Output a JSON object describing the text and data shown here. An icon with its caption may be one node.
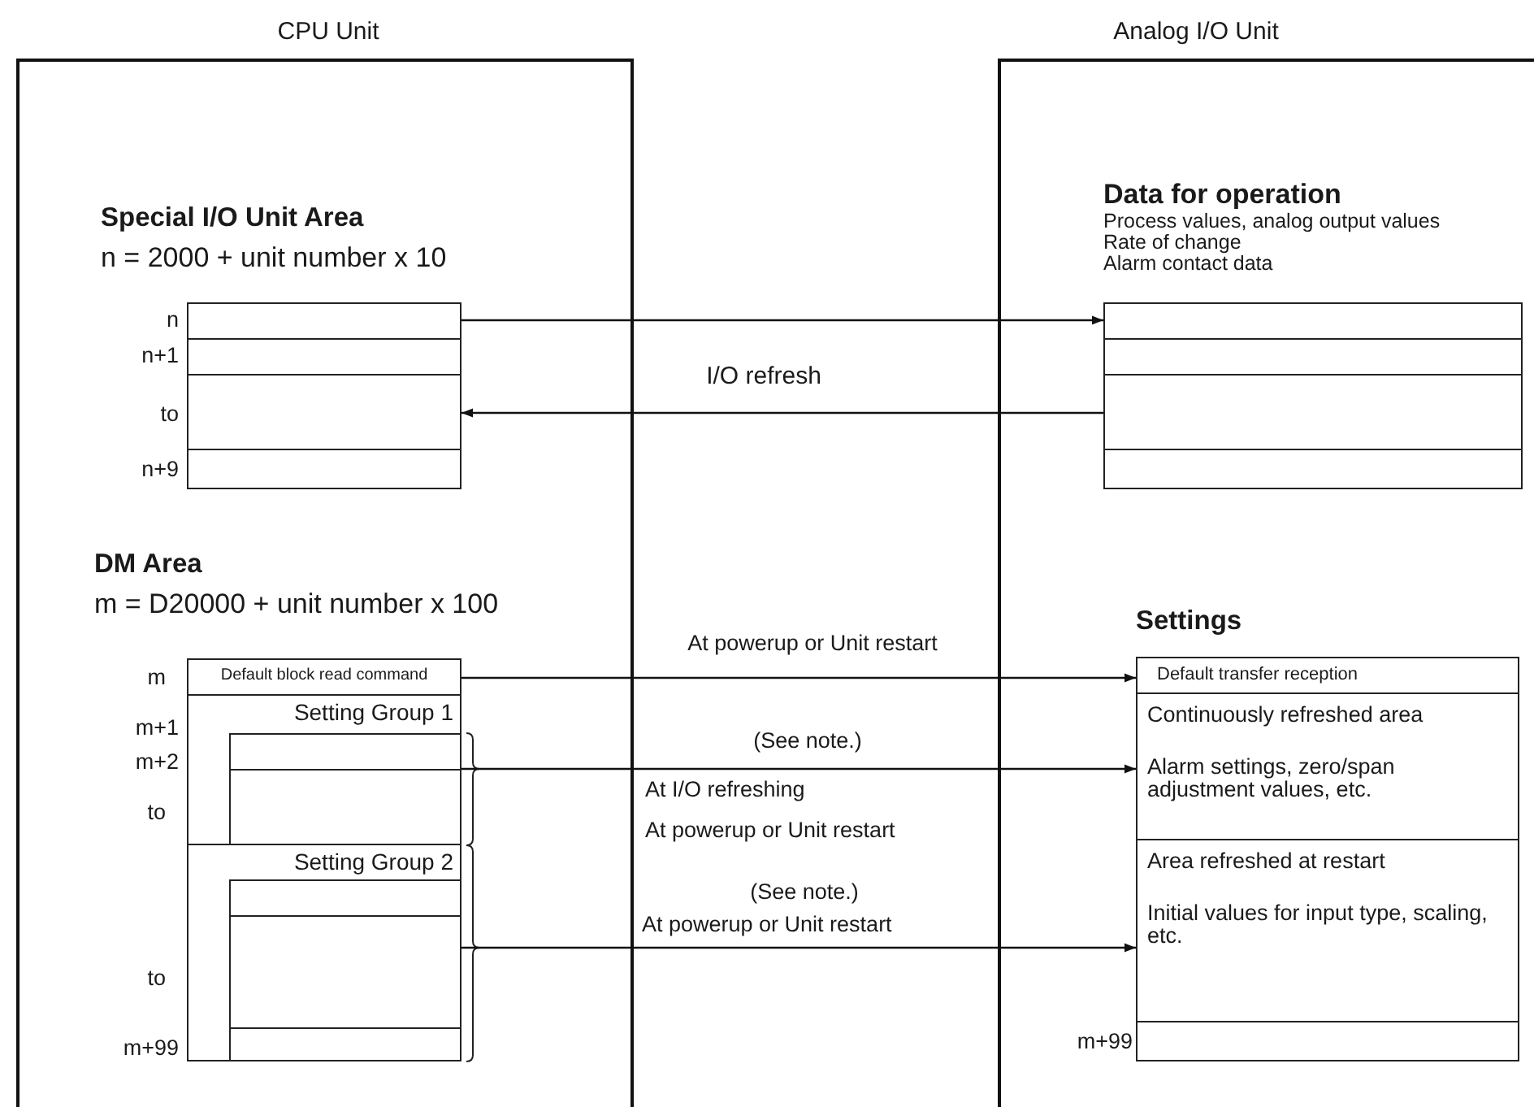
{
  "diagram": {
    "nodes": [
      {
        "text": [
          "CPU Unit"
        ]
      },
      {
        "text": [
          "Special I/O Unit Area",
          "n = 2000 + unit number x 10"
        ],
        "in": 0
      },
      {
        "text": [],
        "shape": "box",
        "beside": [
          "n"
        ],
        "in": 1
      },
      {
        "text": [],
        "shape": "box",
        "beside": [
          "n+1"
        ],
        "in": 1
      },
      {
        "text": [],
        "shape": "box",
        "beside": [
          "to"
        ],
        "in": 1
      },
      {
        "text": [],
        "shape": "box",
        "beside": [
          "n+9"
        ],
        "in": 1
      },
      {
        "text": [
          "DM Area",
          "m = D20000 + unit number x 100"
        ],
        "in": 0
      },
      {
        "text": [
          "Default block read command"
        ],
        "beside": [
          "m"
        ],
        "in": 6
      },
      {
        "text": [
          "Setting Group 1"
        ],
        "beside": [
          "m+1"
        ],
        "in": 6
      },
      {
        "text": [],
        "shape": "box",
        "beside": [
          "m+2"
        ],
        "in": 8
      },
      {
        "text": [],
        "shape": "box",
        "beside": [
          "to"
        ],
        "in": 8
      },
      {
        "text": [
          "Setting Group 2"
        ],
        "in": 6
      },
      {
        "text": [],
        "shape": "box",
        "in": 11
      },
      {
        "text": [],
        "shape": "box",
        "beside": [
          "to"
        ],
        "in": 11
      },
      {
        "text": [],
        "shape": "box",
        "beside": [
          "m+99"
        ],
        "in": 11
      },
      {
        "text": [
          "Analog I/O Unit"
        ]
      },
      {
        "text": [
          "Data for operation",
          "Process values, analog output values",
          "Rate of change",
          "Alarm contact data"
        ],
        "in": 15
      },
      {
        "text": [],
        "shape": "box",
        "in": 16
      },
      {
        "text": [],
        "shape": "box",
        "in": 16
      },
      {
        "text": [],
        "shape": "box",
        "in": 16
      },
      {
        "text": [],
        "shape": "box",
        "in": 16
      },
      {
        "text": [
          "Settings"
        ],
        "in": 15
      },
      {
        "text": [
          "Default transfer reception"
        ],
        "in": 21
      },
      {
        "text": [
          "Continuously refreshed area",
          "Alarm settings, zero/span adjustment values, etc."
        ],
        "in": 21
      },
      {
        "text": [
          "Area refreshed at restart",
          "Initial values for input type, scaling, etc."
        ],
        "in": 21
      },
      {
        "text": [],
        "shape": "box",
        "beside": [
          "m+99"
        ],
        "in": 21
      }
    ],
    "edges": [
      {
        "from": 2,
        "to": 17,
        "arrow": "to",
        "label": "I/O refresh"
      },
      {
        "from": 19,
        "to": 4,
        "arrow": "to"
      },
      {
        "from": 7,
        "to": 22,
        "arrow": "to",
        "label": "At powerup or Unit restart"
      },
      {
        "from": 8,
        "to": 23,
        "arrow": "to",
        "label": "(See note.)"
      },
      {
        "from": 11,
        "to": 24,
        "arrow": "to",
        "label": "At powerup or Unit restart"
      }
    ],
    "labels": [
      "At I/O refreshing",
      "At powerup or Unit restart",
      "(See note.)"
    ]
  }
}
